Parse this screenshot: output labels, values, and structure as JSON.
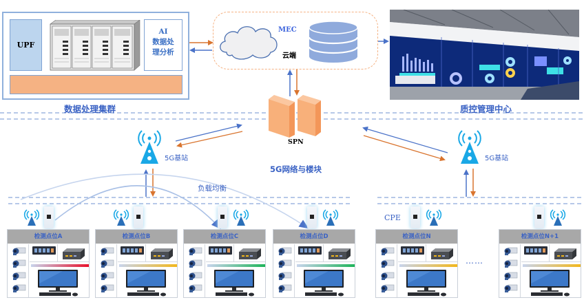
{
  "diagram": {
    "title": "5G edge-computing quality-inspection network architecture",
    "data_cluster": {
      "caption": "数据处理集群",
      "upf_label": "UPF",
      "ai_box": {
        "line1": "AI",
        "line2": "数据处",
        "line3": "理分析"
      }
    },
    "mec": {
      "label": "MEC",
      "cloud_label": "云端"
    },
    "qc_center": {
      "caption": "质控管理中心"
    },
    "spn": {
      "label": "SPN"
    },
    "network_caption": "5G网络与楼块",
    "base_stations": [
      {
        "label": "5G基站"
      },
      {
        "label": "5G基站"
      }
    ],
    "load_balance_label": "负载均衡",
    "cpe_label": "CPE",
    "ellipsis": "……",
    "stations": [
      {
        "label": "检测点位A",
        "bar_color": "#e8102a"
      },
      {
        "label": "检测点位B",
        "bar_color": "#f2b71c"
      },
      {
        "label": "检测点位C",
        "bar_color": "#1fb45a"
      },
      {
        "label": "检测点位D",
        "bar_color": "#1fb45a"
      },
      {
        "label": "检测点位N",
        "bar_color": "#f2b71c"
      },
      {
        "label": "检测点位N+1",
        "bar_color": "#f2b71c"
      }
    ],
    "colors": {
      "uplink_arrow": "#4a72c8",
      "downlink_arrow": "#d9742e",
      "dashed_line": "#9db6e0",
      "caption_text": "#3a62c4",
      "orange_fill": "#f5b283"
    }
  }
}
